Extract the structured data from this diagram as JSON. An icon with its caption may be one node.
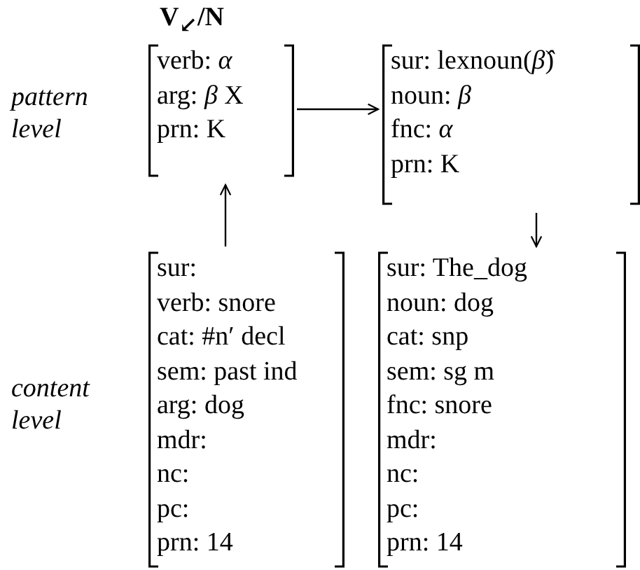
{
  "diagram": {
    "title": "V$_{↙}$/N",
    "nodes": [
      {
        "text": [
          "verb: *α*",
          "arg: *β* X",
          "prn: K"
        ]
      },
      {
        "text": [
          "sur: lexnoun(*β̂*)",
          "noun: *β*",
          "fnc: *α*",
          "prn: K"
        ]
      },
      {
        "text": [
          "sur:",
          "verb: snore",
          "cat: #n′ decl",
          "sem: past ind",
          "arg: dog",
          "mdr:",
          "nc:",
          "pc:",
          "prn: 14"
        ]
      },
      {
        "text": [
          "sur: The_dog",
          "noun: dog",
          "cat: snp",
          "sem: sg m",
          "fnc: snore",
          "mdr:",
          "nc:",
          "pc:",
          "prn: 14"
        ]
      }
    ],
    "edges": [
      {
        "from": 0,
        "to": 1,
        "arrow": "to"
      },
      {
        "from": 2,
        "to": 0,
        "arrow": "to"
      },
      {
        "from": 1,
        "to": 3,
        "arrow": "to"
      }
    ],
    "labels": [
      "pattern level",
      "content level"
    ]
  }
}
